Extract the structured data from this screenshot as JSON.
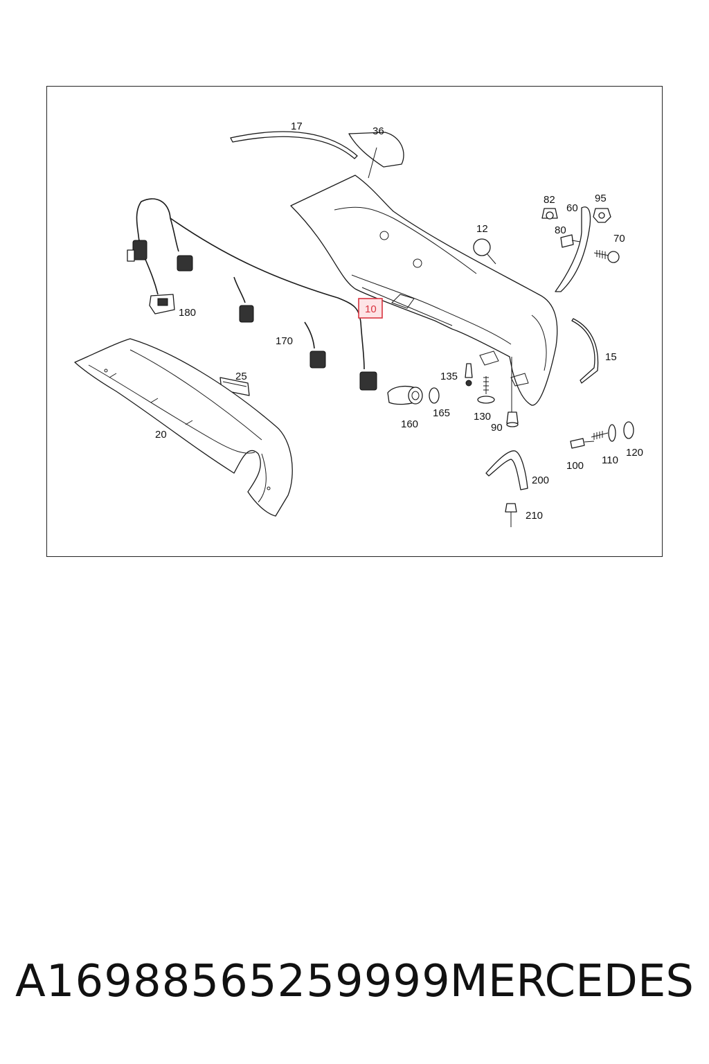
{
  "labels": {
    "p17": "17",
    "p36": "36",
    "p82": "82",
    "p95": "95",
    "p60": "60",
    "p80": "80",
    "p70": "70",
    "p12": "12",
    "p180": "180",
    "p10": "10",
    "p170": "170",
    "p15": "15",
    "p135": "135",
    "p25": "25",
    "p130": "130",
    "p165": "165",
    "p160": "160",
    "p90": "90",
    "p20": "20",
    "p100": "100",
    "p110": "110",
    "p120": "120",
    "p200": "200",
    "p210": "210"
  },
  "highlighted_part": "10",
  "footer": {
    "part_number": "A16988565259999",
    "brand": "MERCEDES"
  },
  "colors": {
    "highlight_border": "#d9333f",
    "highlight_fill": "#fde4e6",
    "line": "#1a1a1a"
  }
}
